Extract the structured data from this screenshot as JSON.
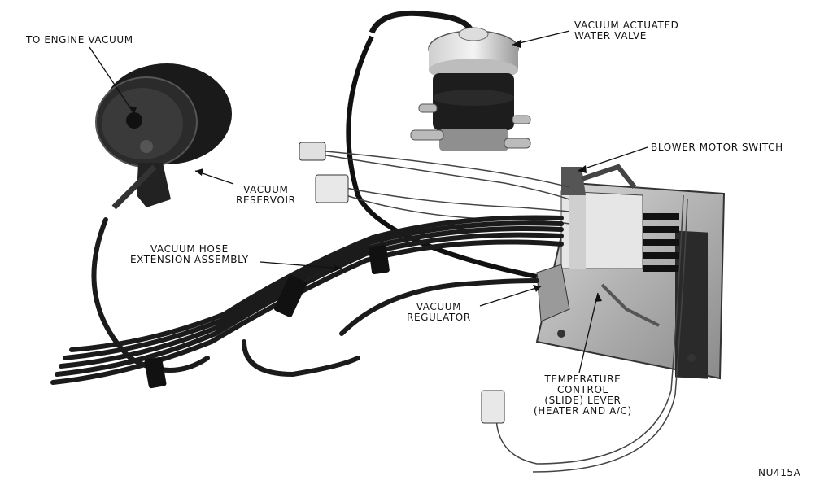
{
  "labels": {
    "engine_vacuum": [
      "TO ENGINE VACUUM"
    ],
    "water_valve": [
      "VACUUM ACTUATED",
      "WATER VALVE"
    ],
    "blower_switch": [
      "BLOWER MOTOR SWITCH"
    ],
    "reservoir": [
      "VACUUM",
      "RESERVOIR"
    ],
    "hose_assembly": [
      "VACUUM HOSE",
      "EXTENSION ASSEMBLY"
    ],
    "regulator": [
      "VACUUM",
      "REGULATOR"
    ],
    "temp_control": [
      "TEMPERATURE",
      "CONTROL",
      "(SLIDE) LEVER",
      "(HEATER AND A/C)"
    ]
  },
  "figure_id": "NU415A"
}
